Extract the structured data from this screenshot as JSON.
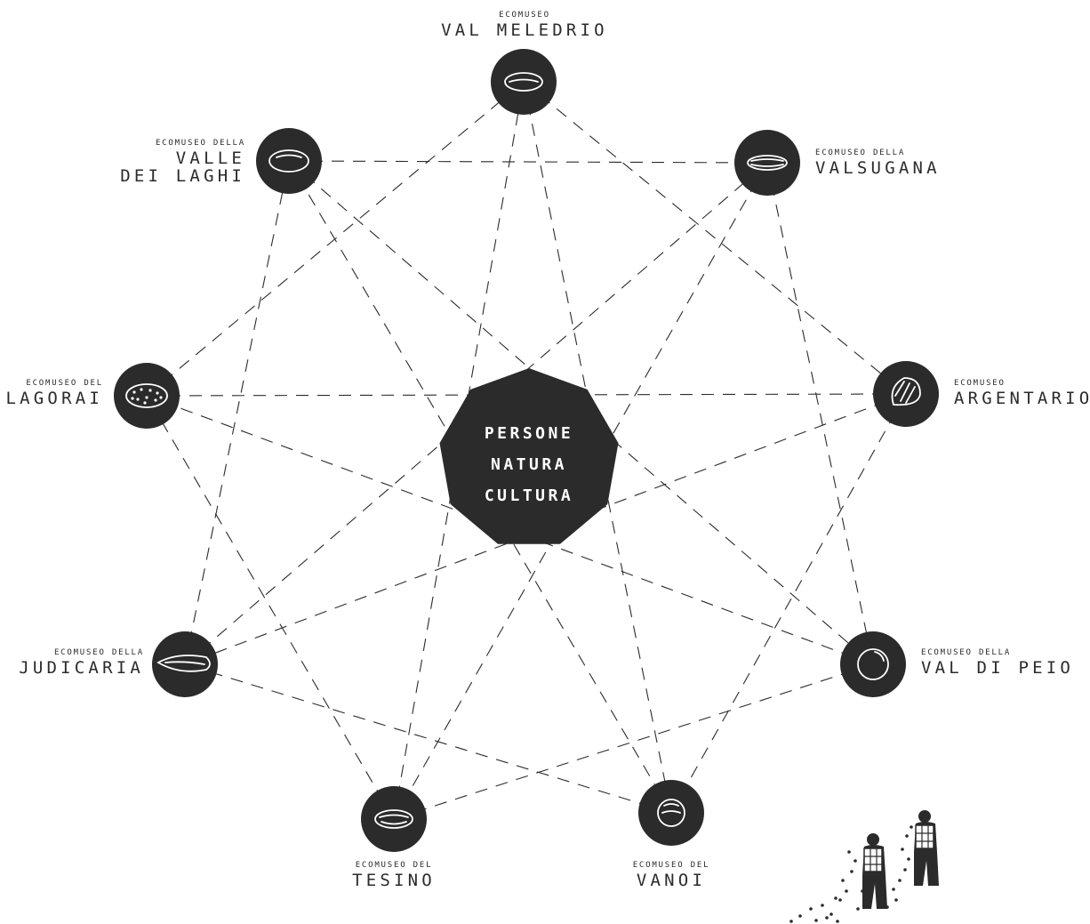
{
  "center": {
    "lines": [
      "PERSONE",
      "NATURA",
      "CULTURA"
    ]
  },
  "nodes": [
    {
      "id": "val-meledrio",
      "small": "ECOMUSEO",
      "big": [
        "VAL MELEDRIO"
      ],
      "icon": "almond-seed-icon"
    },
    {
      "id": "valsugana",
      "small": "ECOMUSEO DELLA",
      "big": [
        "VALSUGANA"
      ],
      "icon": "bean-seed-icon"
    },
    {
      "id": "argentario",
      "small": "ECOMUSEO",
      "big": [
        "ARGENTARIO"
      ],
      "icon": "shell-seed-icon"
    },
    {
      "id": "val-di-peio",
      "small": "ECOMUSEO DELLA",
      "big": [
        "VAL DI PEIO"
      ],
      "icon": "round-seed-icon"
    },
    {
      "id": "vanoi",
      "small": "ECOMUSEO DEL",
      "big": [
        "VANOI"
      ],
      "icon": "pea-seed-icon"
    },
    {
      "id": "tesino",
      "small": "ECOMUSEO DEL",
      "big": [
        "TESINO"
      ],
      "icon": "striped-seed-icon"
    },
    {
      "id": "judicaria",
      "small": "ECOMUSEO DELLA",
      "big": [
        "JUDICARIA"
      ],
      "icon": "long-seed-icon"
    },
    {
      "id": "lagorai",
      "small": "ECOMUSEO DEL",
      "big": [
        "LAGORAI"
      ],
      "icon": "speckled-seed-icon"
    },
    {
      "id": "valle-dei-laghi",
      "small": "ECOMUSEO DELLA",
      "big": [
        "VALLE",
        "DEI LAGHI"
      ],
      "icon": "oval-seed-icon"
    }
  ],
  "decoration": {
    "icon": "walking-people-illustration-icon"
  },
  "colors": {
    "ink": "#2b2b2b",
    "text_on_dark": "#ffffff",
    "background": "#ffffff"
  }
}
